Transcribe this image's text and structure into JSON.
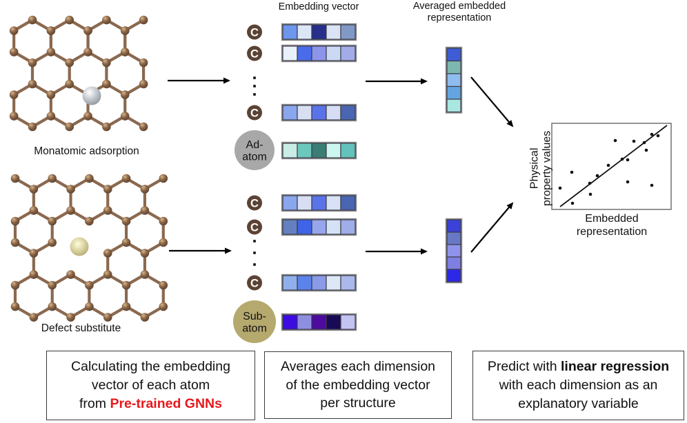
{
  "labels": {
    "embedding_vector_header": "Embedding vector",
    "averaged_header_line1": "Averaged embedded",
    "averaged_header_line2": "representation",
    "plot_ylabel_line1": "Physical",
    "plot_ylabel_line2": "property values",
    "plot_xlabel_line1": "Embedded",
    "plot_xlabel_line2": "representation"
  },
  "colors": {
    "carbon_icon": "#5b4334",
    "adatom_circle": "#a8a8a8",
    "subatom_circle": "#b5a96e",
    "lattice_bond": "#8a6950",
    "accent_red": "#e8191c",
    "cell_border": "#3c3c46",
    "strip_frame": "#8a8a90"
  },
  "embedding_groups": [
    {
      "structure_label": "Monatomic adsorption",
      "rows": [
        {
          "type": "carbon",
          "atom": "C",
          "cells": [
            "#6d96ec",
            "#dde6f7",
            "#26308a",
            "#dbe4f6",
            "#8299c8"
          ]
        },
        {
          "type": "carbon",
          "atom": "C",
          "cells": [
            "#e9f1fa",
            "#4a6cea",
            "#8c95e9",
            "#ccd9f4",
            "#a3ace9"
          ]
        },
        {
          "type": "ellipsis"
        },
        {
          "type": "carbon",
          "atom": "C",
          "cells": [
            "#8aa6ec",
            "#d8dff3",
            "#5a73e9",
            "#d5def4",
            "#4a66b2"
          ]
        },
        {
          "type": "adatom",
          "label1": "Ad-",
          "label2": "atom",
          "circle_color": "#a8a8a8",
          "cells": [
            "#c9ece5",
            "#6cc7bd",
            "#3a7d74",
            "#ccf7f0",
            "#63c2bb"
          ]
        }
      ],
      "averaged": [
        "#3d5cd6",
        "#7db8b0",
        "#90bdf0",
        "#64a5e0",
        "#a8e8e0"
      ]
    },
    {
      "structure_label": "Defect substitute",
      "rows": [
        {
          "type": "carbon",
          "atom": "C",
          "cells": [
            "#8aa6ec",
            "#d8dff3",
            "#5a73e9",
            "#d8e2f6",
            "#4a66b2"
          ]
        },
        {
          "type": "carbon",
          "atom": "C",
          "cells": [
            "#6480c0",
            "#3f64e8",
            "#96a5ec",
            "#d5e2f6",
            "#9fade9"
          ]
        },
        {
          "type": "ellipsis"
        },
        {
          "type": "carbon",
          "atom": "C",
          "cells": [
            "#8fb0ec",
            "#5c83ea",
            "#8a9ae9",
            "#dce8f7",
            "#aab8ec"
          ]
        },
        {
          "type": "subatom",
          "label1": "Sub-",
          "label2": "atom",
          "circle_color": "#b5a96e",
          "cells": [
            "#3b0be2",
            "#8f8fe2",
            "#4d0a9e",
            "#180a55",
            "#c3c3f2"
          ]
        }
      ],
      "averaged": [
        "#3b42d9",
        "#6779c4",
        "#8f93ec",
        "#7d7fe2",
        "#2d28e8"
      ]
    }
  ],
  "steps": [
    {
      "lines": [
        [
          {
            "t": "Calculating the embedding"
          }
        ],
        [
          {
            "t": "vector of each atom"
          }
        ],
        [
          {
            "t": "from "
          },
          {
            "t": "Pre-trained GNNs",
            "bold": true,
            "color": "accent_red"
          }
        ]
      ]
    },
    {
      "lines": [
        [
          {
            "t": "Averages each dimension"
          }
        ],
        [
          {
            "t": "of the embedding vector"
          }
        ],
        [
          {
            "t": "per structure"
          }
        ]
      ]
    },
    {
      "lines": [
        [
          {
            "t": "Predict with "
          },
          {
            "t": "linear regression",
            "bold": true
          }
        ],
        [
          {
            "t": "with each dimension as an"
          }
        ],
        [
          {
            "t": "explanatory variable"
          }
        ]
      ]
    }
  ],
  "chart_data": {
    "type": "scatter",
    "title": "",
    "xlabel": "Embedded representation",
    "ylabel": "Physical property values",
    "legend": "none",
    "ticks": "none",
    "points": [
      [
        29,
        71
      ],
      [
        12,
        94
      ],
      [
        30,
        116
      ],
      [
        55,
        87
      ],
      [
        56,
        103
      ],
      [
        66,
        76
      ],
      [
        82,
        61
      ],
      [
        92,
        25
      ],
      [
        102,
        52
      ],
      [
        110,
        53
      ],
      [
        110,
        85
      ],
      [
        119,
        26
      ],
      [
        134,
        28
      ],
      [
        137,
        39
      ],
      [
        145,
        16
      ],
      [
        154,
        18
      ],
      [
        145,
        90
      ]
    ],
    "trendline": [
      12,
      121,
      167,
      3
    ]
  }
}
